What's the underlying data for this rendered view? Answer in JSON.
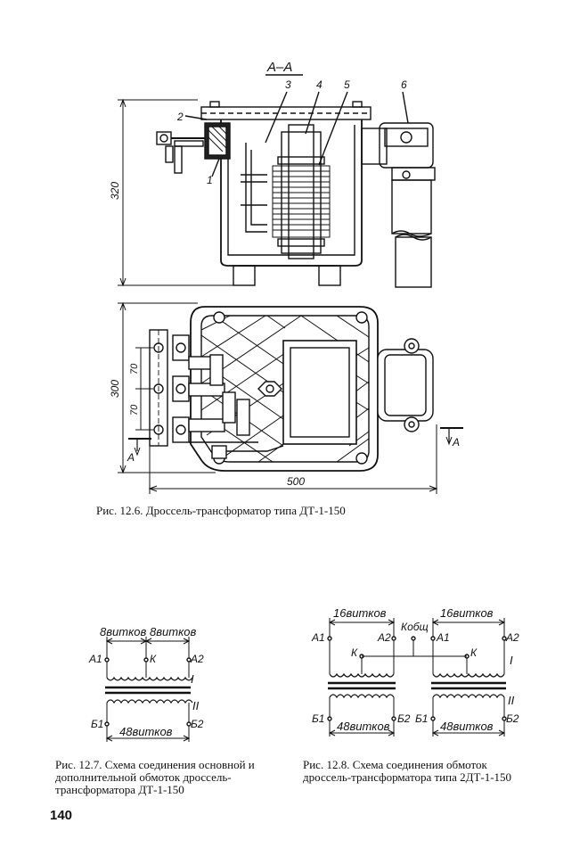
{
  "figure_12_6": {
    "section_label": "А–А",
    "callouts": [
      "1",
      "2",
      "3",
      "4",
      "5",
      "6"
    ],
    "dim_height_top": "320",
    "dim_height_plan": "300",
    "dim_pitch_a": "70",
    "dim_pitch_b": "70",
    "dim_width": "500",
    "section_mark": "А",
    "caption": "Рис. 12.6. Дроссель-трансформатор типа ДТ-1-150"
  },
  "figure_12_7": {
    "turns_left": "8витков",
    "turns_right": "8витков",
    "terminal_a1": "А1",
    "terminal_k": "К",
    "terminal_a2": "А2",
    "winding_1": "I",
    "winding_2": "II",
    "terminal_b1": "Б1",
    "terminal_b2": "Б2",
    "turns_secondary": "48витков",
    "caption": "Рис. 12.7. Схема соединения основной и дополнительной обмоток дроссель-трансформатора ДТ-1-150"
  },
  "figure_12_8": {
    "turns_left": "16витков",
    "turns_right": "16витков",
    "common": "Кобщ",
    "left_a1": "А1",
    "left_a2": "А2",
    "left_k": "К",
    "right_a1": "А1",
    "right_a2": "А2",
    "right_k": "К",
    "winding_1": "I",
    "winding_2": "II",
    "left_b1": "Б1",
    "left_b2": "Б2",
    "right_b1": "Б1",
    "right_b2": "Б2",
    "turns_left_secondary": "48витков",
    "turns_right_secondary": "48витков",
    "caption": "Рис. 12.8. Схема соединения обмоток дроссель-трансформатора типа 2ДТ-1-150"
  },
  "page_number": "140"
}
